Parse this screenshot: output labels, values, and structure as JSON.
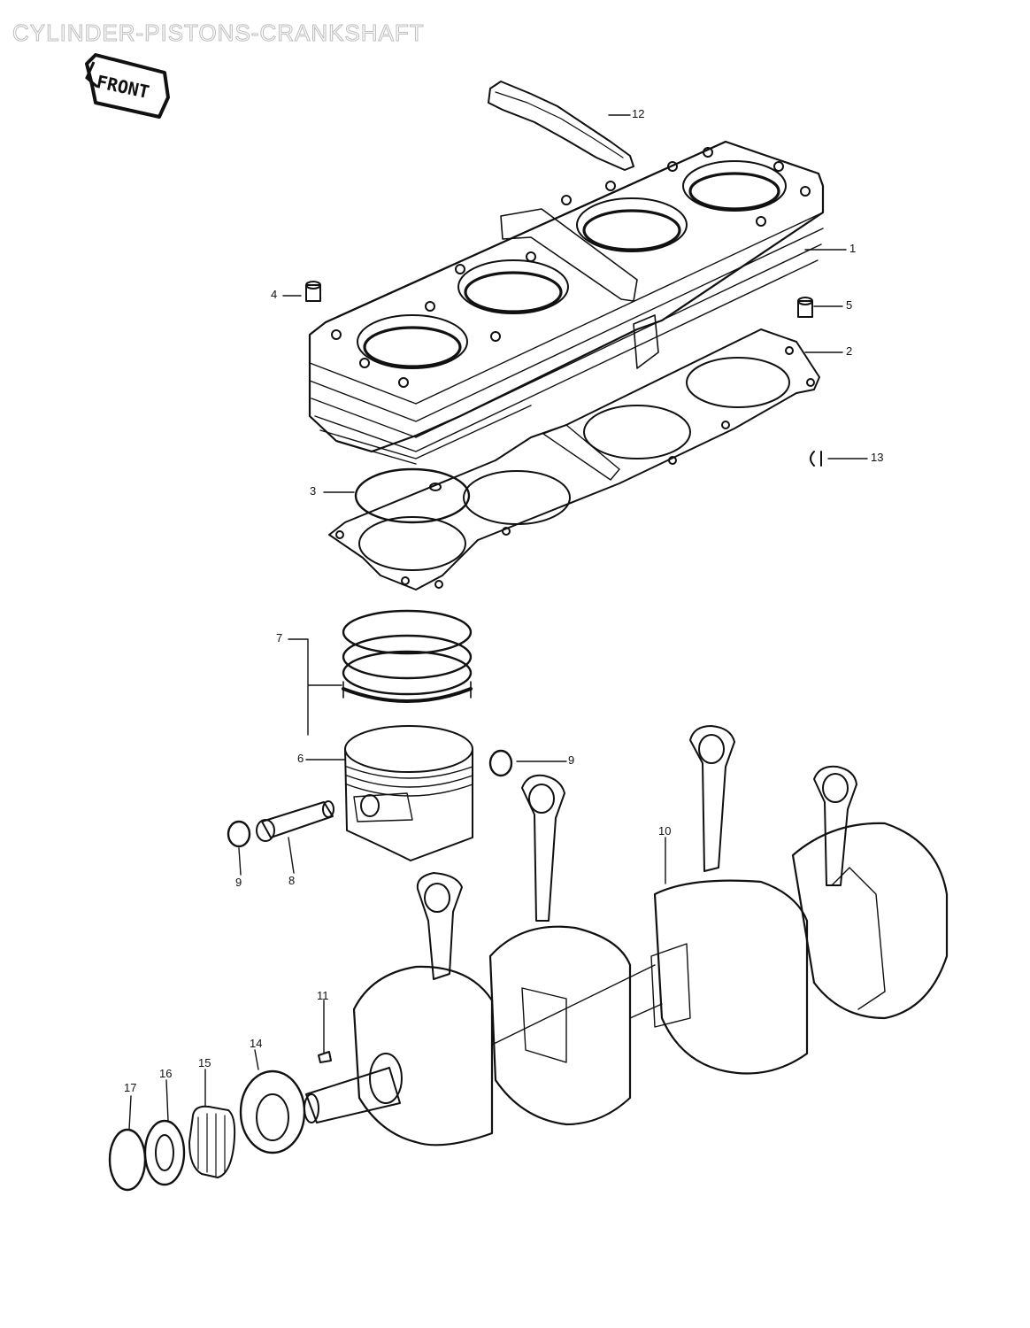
{
  "page": {
    "title": "CYLINDER-PISTONS-CRANKSHAFT"
  },
  "front_badge": {
    "label": "FRONT",
    "icon": "front-arrow-icon"
  },
  "callouts": [
    {
      "id": "1",
      "label": "1"
    },
    {
      "id": "2",
      "label": "2"
    },
    {
      "id": "3",
      "label": "3"
    },
    {
      "id": "4",
      "label": "4"
    },
    {
      "id": "5",
      "label": "5"
    },
    {
      "id": "6",
      "label": "6"
    },
    {
      "id": "7",
      "label": "7"
    },
    {
      "id": "8",
      "label": "8"
    },
    {
      "id": "9a",
      "label": "9"
    },
    {
      "id": "9b",
      "label": "9"
    },
    {
      "id": "10",
      "label": "10"
    },
    {
      "id": "11",
      "label": "11"
    },
    {
      "id": "12",
      "label": "12"
    },
    {
      "id": "13",
      "label": "13"
    },
    {
      "id": "14",
      "label": "14"
    },
    {
      "id": "15",
      "label": "15"
    },
    {
      "id": "16",
      "label": "16"
    },
    {
      "id": "17",
      "label": "17"
    }
  ],
  "colors": {
    "ink": "#111111",
    "paper": "#ffffff",
    "title_outline": "#bdbdbd"
  }
}
